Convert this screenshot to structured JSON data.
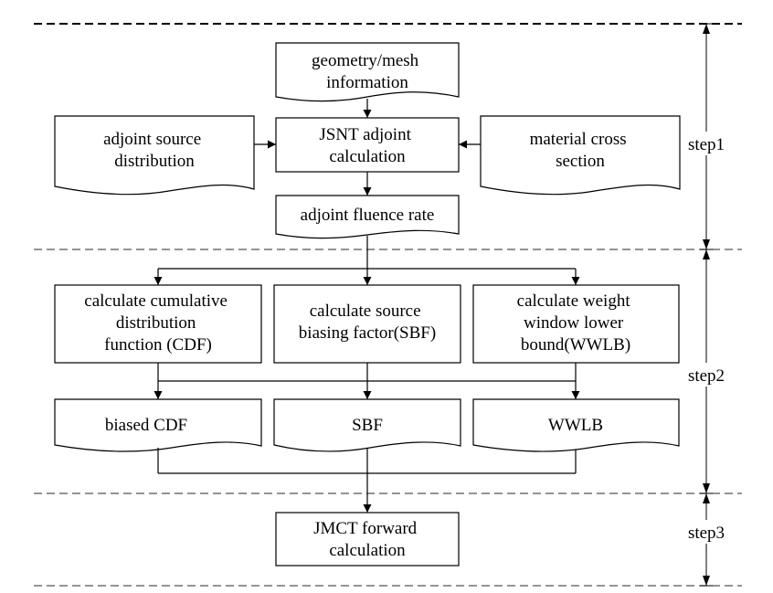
{
  "nodes": {
    "geometry": {
      "lines": [
        "geometry/mesh",
        "information"
      ]
    },
    "jsnt": {
      "lines": [
        "JSNT adjoint",
        "calculation"
      ]
    },
    "adjoint_source": {
      "lines": [
        "adjoint source",
        "distribution"
      ]
    },
    "material": {
      "lines": [
        "material cross",
        "section"
      ]
    },
    "fluence": {
      "lines": [
        "adjoint fluence rate"
      ]
    },
    "calc_cdf": {
      "lines": [
        "calculate cumulative",
        "distribution",
        "function (CDF)"
      ]
    },
    "calc_sbf": {
      "lines": [
        "calculate source",
        "biasing factor(SBF)"
      ]
    },
    "calc_wwlb": {
      "lines": [
        "calculate weight",
        "window lower",
        "bound(WWLB)"
      ]
    },
    "biased_cdf": {
      "lines": [
        "biased CDF"
      ]
    },
    "sbf": {
      "lines": [
        "SBF"
      ]
    },
    "wwlb": {
      "lines": [
        "WWLB"
      ]
    },
    "jmct": {
      "lines": [
        "JMCT forward",
        "calculation"
      ]
    }
  },
  "steps": {
    "step1": "step1",
    "step2": "step2",
    "step3": "step3"
  }
}
